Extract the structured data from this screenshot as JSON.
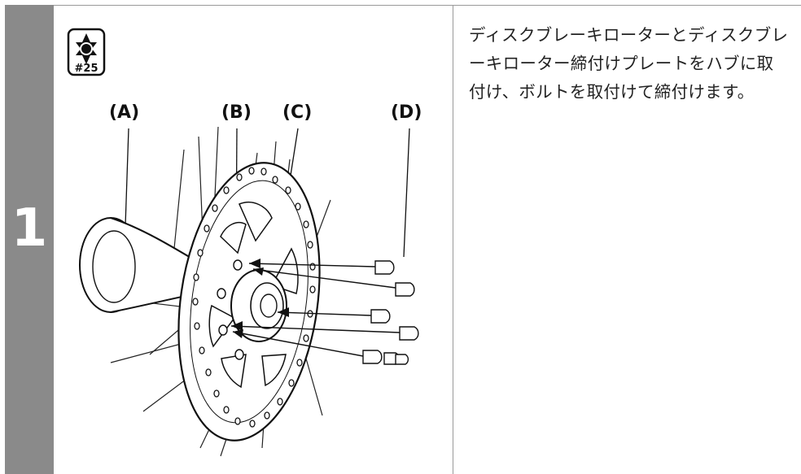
{
  "step": {
    "number": "1"
  },
  "tool": {
    "icon": "torx-star-icon",
    "size_label": "#25"
  },
  "callouts": {
    "a": "(A)",
    "b": "(B)",
    "c": "(C)",
    "d": "(D)"
  },
  "instruction": {
    "text": "ディスクブレーキローターとディスクブレーキローター締付けプレートをハブに取付け、ボルトを取付けて締付けます。"
  }
}
